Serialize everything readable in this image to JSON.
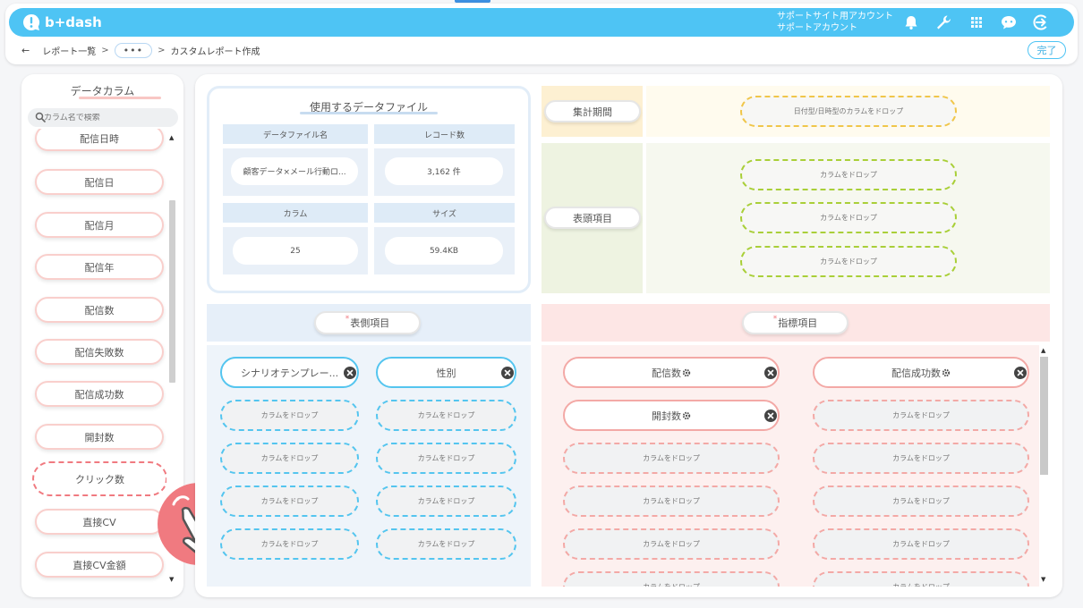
{
  "header": {
    "logo_text": "b+dash",
    "account_line1": "サポートサイト用アカウント",
    "account_line2": "サポートアカウント",
    "icons": [
      "bell-icon",
      "wrench-icon",
      "grid-icon",
      "chat-bot-icon",
      "logout-icon"
    ],
    "accent_color": "#4ec4f4"
  },
  "breadcrumb": {
    "back_icon": "←",
    "item1": "レポート一覧",
    "sep": ">",
    "more": "•••",
    "current": "カスタムレポート作成"
  },
  "done_button": "完了",
  "data_columns": {
    "title": "データカラム",
    "search_placeholder": "カラム名で検索",
    "items": [
      "配信日時",
      "配信日",
      "配信月",
      "配信年",
      "配信数",
      "配信失敗数",
      "配信成功数",
      "開封数",
      "クリック数",
      "直接CV",
      "直接CV金額"
    ],
    "dragging_item": "クリック数"
  },
  "file_info": {
    "title": "使用するデータファイル",
    "file_label": "データファイル名",
    "file_value": "顧客データ×メール行動ロ...",
    "records_label": "レコード数",
    "records_value": "3,162 件",
    "columns_label": "カラム",
    "columns_value": "25",
    "size_label": "サイズ",
    "size_value": "59.4KB"
  },
  "period": {
    "label": "集計期間",
    "drop_text": "日付型/日時型のカラムをドロップ"
  },
  "header_items": {
    "label": "表頭項目",
    "drop_text": "カラムをドロップ"
  },
  "row_items": {
    "label": "表側項目",
    "required_mark": "*",
    "filled": [
      "シナリオテンプレー...",
      "性別"
    ],
    "drop_text": "カラムをドロップ"
  },
  "metrics": {
    "label": "指標項目",
    "required_mark": "*",
    "filled": [
      "配信数",
      "配信成功数",
      "開封数"
    ],
    "drop_text": "カラムをドロップ"
  },
  "colors": {
    "period_bg": "#fdf0d2",
    "header_bg": "#eef3e1",
    "rows_bg": "#e6eff9",
    "metrics_bg": "#fde6e5",
    "drag_pink": "#f07a80"
  }
}
